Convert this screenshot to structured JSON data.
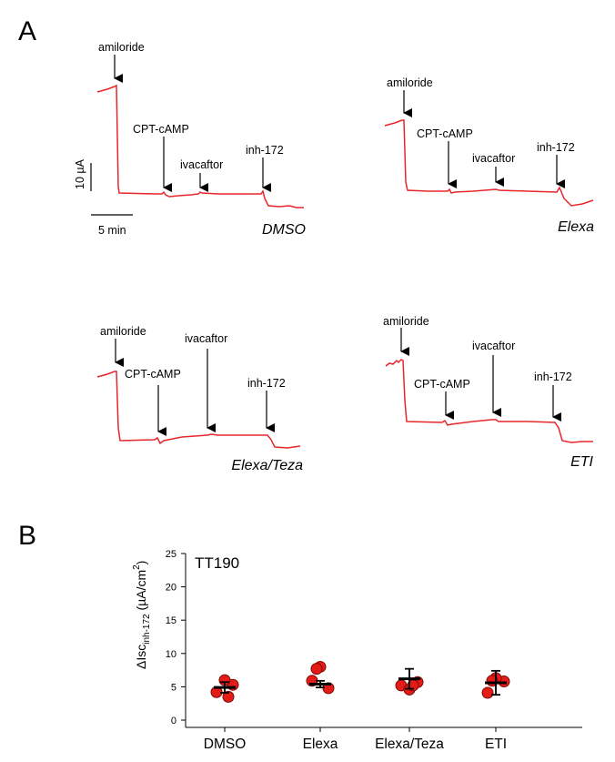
{
  "figure": {
    "panel_a_letter": "A",
    "panel_b_letter": "B",
    "scale_bar_y": "10 µA",
    "scale_bar_x": "5 min"
  },
  "traces": [
    {
      "condition": "DMSO",
      "drug_labels": [
        "amiloride",
        "CPT-cAMP",
        "ivacaftor",
        "inh-172"
      ]
    },
    {
      "condition": "Elexa",
      "drug_labels": [
        "amiloride",
        "CPT-cAMP",
        "ivacaftor",
        "inh-172"
      ]
    },
    {
      "condition": "Elexa/Teza",
      "drug_labels": [
        "amiloride",
        "CPT-cAMP",
        "ivacaftor",
        "inh-172"
      ]
    },
    {
      "condition": "ETI",
      "drug_labels": [
        "amiloride",
        "CPT-cAMP",
        "ivacaftor",
        "inh-172"
      ]
    }
  ],
  "chart_data": {
    "type": "scatter",
    "title": "TT190",
    "ylabel_main": "ΔIsc",
    "ylabel_sub": "inh-172",
    "ylabel_unit": " (µA/cm",
    "ylabel_sup": "2",
    "ylabel_close": ")",
    "ylim": [
      0,
      25
    ],
    "yticks": [
      0,
      5,
      10,
      15,
      20,
      25
    ],
    "categories": [
      "DMSO",
      "Elexa",
      "Elexa/Teza",
      "ETI"
    ],
    "series": [
      {
        "values": [
          4.2,
          5.9,
          5.2,
          4.1
        ]
      },
      {
        "values": [
          5.3,
          4.8,
          5.7,
          5.8
        ]
      },
      {
        "values": [
          6.0,
          8.0,
          4.6,
          6.3
        ]
      },
      {
        "values": [
          3.5,
          7.7,
          5.2,
          5.9
        ]
      }
    ],
    "mean": [
      4.9,
      5.4,
      6.2,
      5.6
    ],
    "sd": [
      0.8,
      0.5,
      1.5,
      1.8
    ],
    "point_color": "#e41b17",
    "trace_color": "#e8262a"
  }
}
